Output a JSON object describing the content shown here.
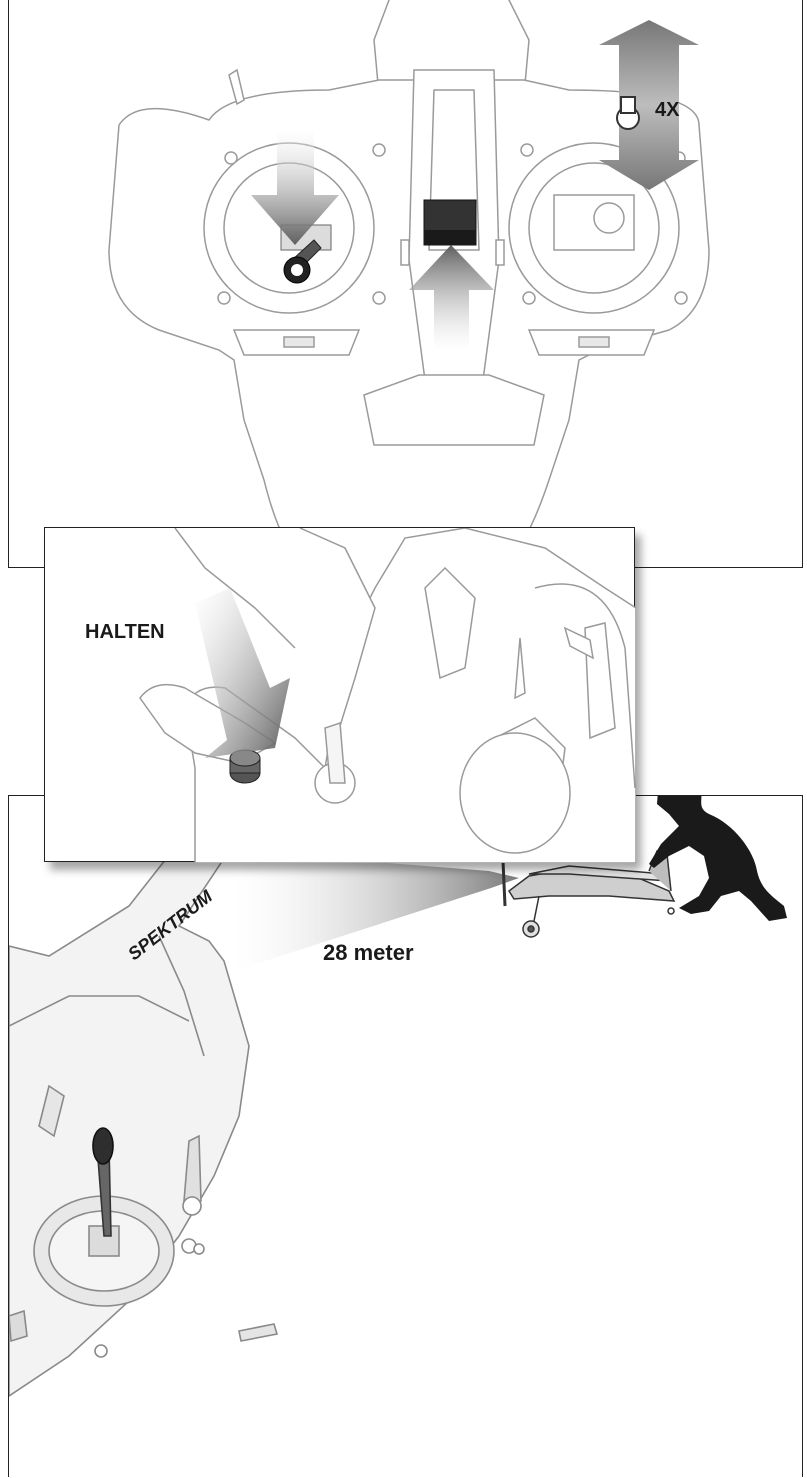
{
  "panels": {
    "top": {
      "label_4x": "4X"
    },
    "middle": {
      "label_hold": "HALTEN"
    },
    "bottom": {
      "distance_label": "28 meter",
      "brand": "SPEKTRUM"
    }
  },
  "colors": {
    "outline": "#9a9a9a",
    "arrow_dark": "#6b6b6b",
    "arrow_light": "#d8d8d8",
    "silhouette": "#1a1a1a",
    "panel_border": "#222222"
  }
}
